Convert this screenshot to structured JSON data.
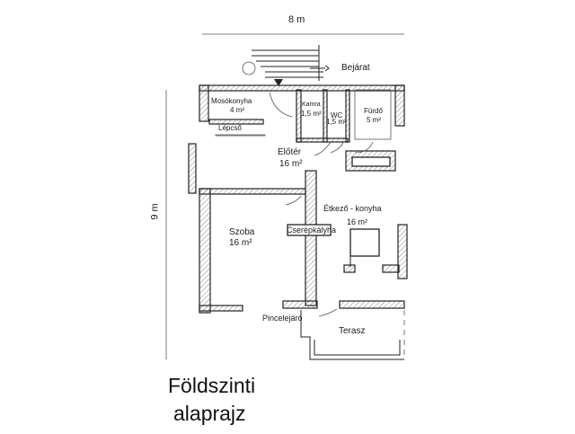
{
  "dimensions": {
    "width_label": "8 m",
    "height_label": "9 m"
  },
  "rooms": {
    "entrance": "Bejárat",
    "laundry": {
      "name": "Mosókonyha",
      "area": "4 m²"
    },
    "pantry": {
      "name": "Kamra",
      "area": "1,5 m²"
    },
    "wc": {
      "name": "WC",
      "area": "1,5 m²"
    },
    "bathroom": {
      "name": "Fürdő",
      "area": "5 m²"
    },
    "stairs": "Lépcső",
    "hall": {
      "name": "Előtér",
      "area": "16 m²"
    },
    "kitchen": {
      "name": "Étkező - konyha",
      "area": "16 m²"
    },
    "room": {
      "name": "Szoba",
      "area": "16 m²"
    },
    "stove": "Cserépkályha",
    "cellar": "Pincelejáró",
    "terrace": "Terasz"
  },
  "title": {
    "line1": "Földszinti",
    "line2": "alaprajz"
  }
}
